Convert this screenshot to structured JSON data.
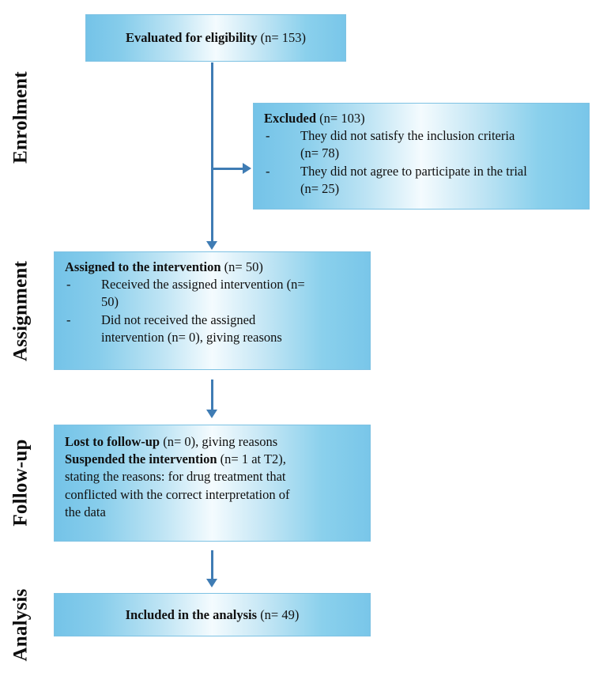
{
  "diagram": {
    "title": "CONSORT participant flow diagram",
    "colors": {
      "box_fill_edge": "#74c3e8",
      "box_fill_center": "#f4fbfe",
      "box_border": "#7ec2e3",
      "connector": "#3f7cb4",
      "text": "#101010",
      "background": "#ffffff"
    }
  },
  "stages": [
    {
      "id": "enrolment",
      "label": "Enrolment"
    },
    {
      "id": "assignment",
      "label": "Assignment"
    },
    {
      "id": "followup",
      "label": "Follow-up"
    },
    {
      "id": "analysis",
      "label": "Analysis"
    }
  ],
  "boxes": {
    "eligibility": {
      "heading": "Evaluated for eligibility",
      "count": "(n= 153)"
    },
    "excluded": {
      "heading": "Excluded",
      "count": "(n= 103)",
      "dash": "-",
      "items": [
        {
          "text": "They did not satisfy the inclusion criteria",
          "count": "(n= 78)"
        },
        {
          "text": "They did not agree to participate in the trial",
          "count": "(n= 25)"
        }
      ]
    },
    "assigned": {
      "heading": "Assigned to the intervention",
      "count": "(n= 50)",
      "dash": "-",
      "items": [
        {
          "line1": "Received the assigned intervention (n=",
          "line2": "50)"
        },
        {
          "line1": "Did not received the assigned",
          "line2": "intervention (n= 0), giving reasons"
        }
      ]
    },
    "followup": {
      "line1_bold": "Lost to follow-up",
      "line1_rest": " (n= 0), giving reasons",
      "line2_bold": "Suspended the intervention",
      "line2_rest": " (n= 1 at T2),",
      "line3": "stating the reasons: for drug treatment that",
      "line4": "conflicted with the correct interpretation of",
      "line5": "the data"
    },
    "included": {
      "heading": "Included in the analysis",
      "count": "(n= 49)"
    }
  }
}
